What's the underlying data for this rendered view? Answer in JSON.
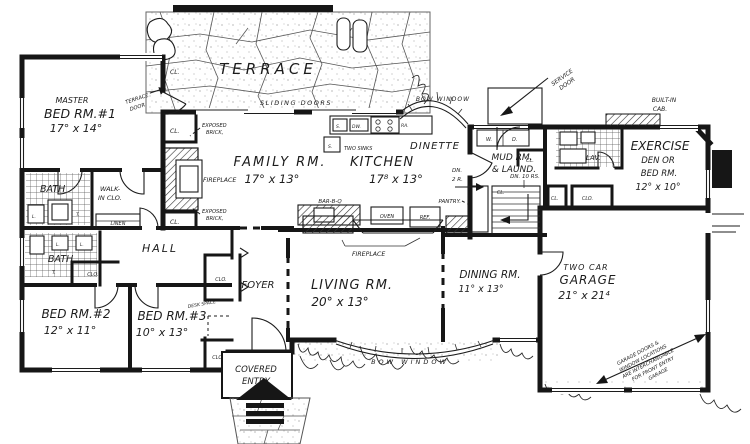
{
  "colors": {
    "ink": "#1a1a1a",
    "paper": "#ffffff"
  },
  "rooms": {
    "master": {
      "name1": "MASTER",
      "name2": "BED RM.#1",
      "dims": "17° x 14°"
    },
    "family": {
      "name": "FAMILY RM.",
      "dims": "17° x 13°"
    },
    "kitchen": {
      "name": "KITCHEN",
      "dims": "17⁸ x 13°"
    },
    "dinette": {
      "name": "DINETTE"
    },
    "mudroom": {
      "name1": "MUD RM.",
      "name2": "& LAUND."
    },
    "exercise": {
      "name1": "EXERCISE",
      "name2": "DEN OR",
      "name3": "BED RM.",
      "dims": "12° x 10°"
    },
    "bed2": {
      "name": "BED RM.#2",
      "dims": "12° x 11°"
    },
    "bed3": {
      "name": "BED RM.#3",
      "dims": "10° x 13°"
    },
    "living": {
      "name": "LIVING RM.",
      "dims": "20° x 13°"
    },
    "dining": {
      "name": "DINING RM.",
      "dims": "11° x 13°"
    },
    "garage": {
      "name1": "TWO CAR",
      "name2": "GARAGE",
      "dims": "21° x 21⁴"
    },
    "foyer": "FOYER",
    "hall": "HALL",
    "bath": "BATH",
    "lav": "LAV.",
    "walkin1": "WALK-",
    "walkin2": "IN CLO.",
    "terrace": "TERRACE",
    "entry1": "COVERED",
    "entry2": "ENTRY"
  },
  "labels": {
    "sliding_doors": "SLIDING DOORS",
    "terrace_door1": "TERRACE",
    "terrace_door2": "DOOR",
    "bow_window": "BOW WINDOW",
    "service1": "SERVICE",
    "service2": "DOOR",
    "builtin1": "BUILT-IN",
    "builtin2": "CAB.",
    "exposed1": "EXPOSED",
    "exposed2": "BRICK,",
    "fireplace": "FIREPLACE",
    "barbq": "BAR-B-Q",
    "oven": "OVEN",
    "ref": "REF.",
    "pantry": "PANTRY.",
    "two_sinks": "TWO SINKS",
    "s": "S.",
    "dw": "DW.",
    "ra": "RA.",
    "w": "W.",
    "d": "D.",
    "dn": "DN.",
    "dn2r": "2 R.",
    "dn10": "DN. 10 RS.",
    "linen": "LINEN",
    "desk": "DESK SPACE",
    "cl": "CL.",
    "clo": "CLO.",
    "t": "T.",
    "l": "L.",
    "note1": "GARAGE DOORS &",
    "note2": "WINDOW LOCATIONS",
    "note3": "ARE INTERCHANGABLE",
    "note4": "FOR FRONT ENTRY",
    "note5": "GARAGE"
  }
}
